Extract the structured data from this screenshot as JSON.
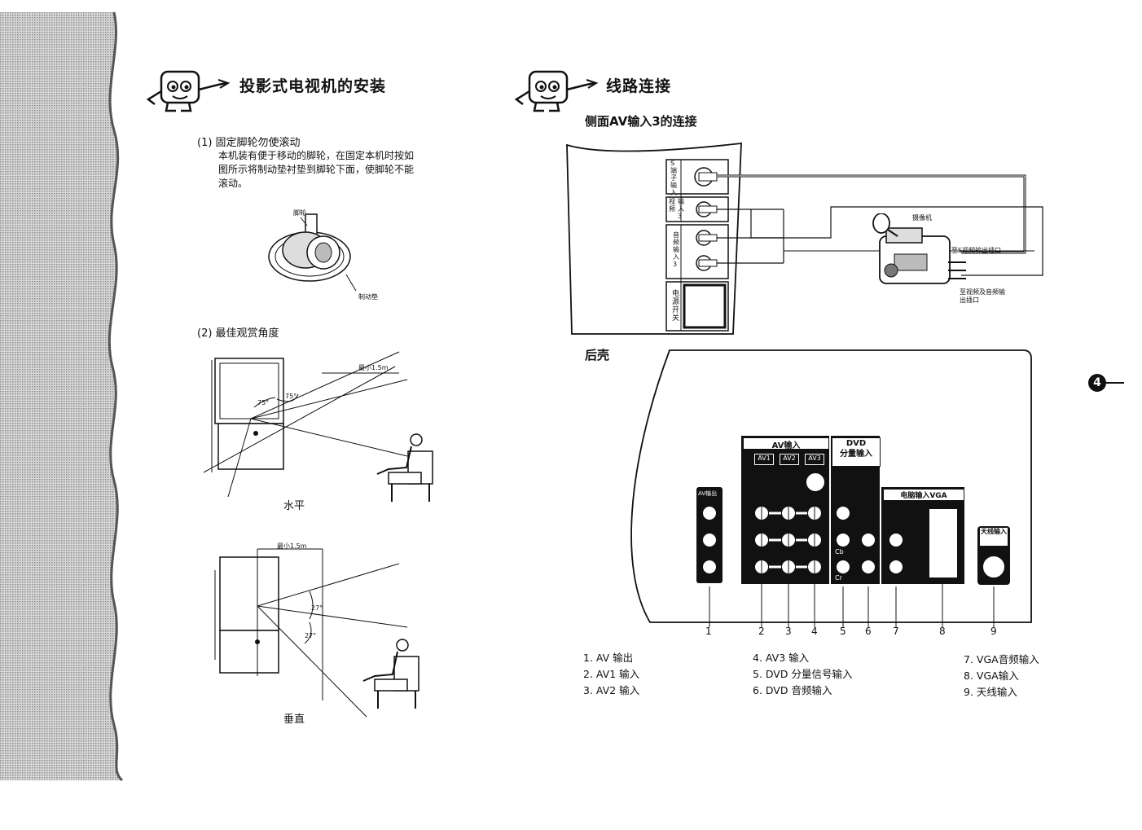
{
  "left_page": {
    "title": "投影式电视机的安装",
    "section1": {
      "heading": "(1)  固定脚轮勿使滚动",
      "body": [
        "本机装有便于移动的脚轮，在固定本机时按如",
        "图所示将制动垫衬垫到脚轮下面，使脚轮不能",
        "滚动。"
      ],
      "caster_label": "脚轮",
      "pad_label": "制动垫"
    },
    "section2": {
      "heading": "(2)  最佳观赏角度",
      "horizontal": {
        "distance": "最小1.5m",
        "angle_left": "75°",
        "angle_right": "75°",
        "caption": "水平"
      },
      "vertical": {
        "distance": "最小1.5m",
        "angle_top": "27°",
        "angle_bottom": "27°",
        "caption": "垂直"
      }
    }
  },
  "right_page": {
    "title": "线路连接",
    "side_heading": "侧面AV输入3的连接",
    "side_panel": {
      "s_terminal": "S端子输入",
      "video_in3": "输入3",
      "video_label": "视频",
      "audio_in3": "音频输入3",
      "power": "电源开关"
    },
    "camera": {
      "label": "摄像机",
      "s_out": "至S视频输出插口",
      "av_out": "至视频及音频输出插口"
    },
    "rear_heading": "后壳",
    "rear_panel": {
      "av_out": "AV输出",
      "av_in": "AV输入",
      "av1": "AV1",
      "av2": "AV2",
      "av3": "AV3",
      "dvd": "DVD",
      "dvd2": "分量输入",
      "vga": "电脑输入VGA",
      "antenna": "天线输入",
      "cb": "Cb",
      "cr": "Cr",
      "numbers": [
        "1",
        "2",
        "3",
        "4",
        "5",
        "6",
        "7",
        "8",
        "9"
      ]
    },
    "legend": {
      "col1": [
        "1. AV 输出",
        "2. AV1 输入",
        "3. AV2 输入"
      ],
      "col2": [
        "4. AV3 输入",
        "5. DVD 分量信号输入",
        "6. DVD 音频输入"
      ],
      "col3": [
        "7. VGA音频输入",
        "8. VGA输入",
        "9. 天线输入"
      ]
    },
    "page_number": "4"
  }
}
